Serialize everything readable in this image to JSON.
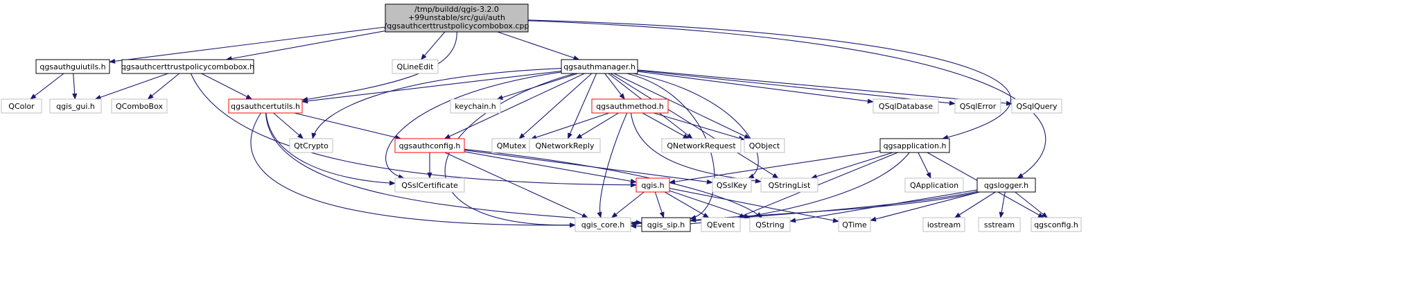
{
  "diagram": {
    "root": {
      "id": "root",
      "lines": [
        "/tmp/buildd/qgis-3.2.0",
        "+99unstable/src/gui/auth",
        "/qgsauthcerttrustpolicycombobox.cpp"
      ]
    },
    "nodes": [
      {
        "id": "qgsauthguiutils_h",
        "label": "qgsauthguiutils.h",
        "style": "black"
      },
      {
        "id": "qgsauthcerttrustpolicycombobox_h",
        "label": "qgsauthcerttrustpolicycombobox.h",
        "style": "black"
      },
      {
        "id": "QLineEdit",
        "label": "QLineEdit",
        "style": "gray"
      },
      {
        "id": "qgsauthmanager_h",
        "label": "qgsauthmanager.h",
        "style": "black"
      },
      {
        "id": "QColor",
        "label": "QColor",
        "style": "gray"
      },
      {
        "id": "qgis_gui_h",
        "label": "qgis_gui.h",
        "style": "gray"
      },
      {
        "id": "QComboBox",
        "label": "QComboBox",
        "style": "gray"
      },
      {
        "id": "qgsauthcertutils_h",
        "label": "qgsauthcertutils.h",
        "style": "red"
      },
      {
        "id": "keychain_h",
        "label": "keychain.h",
        "style": "gray"
      },
      {
        "id": "qgsauthmethod_h",
        "label": "qgsauthmethod.h",
        "style": "red"
      },
      {
        "id": "QSqlDatabase",
        "label": "QSqlDatabase",
        "style": "gray"
      },
      {
        "id": "QSqlError",
        "label": "QSqlError",
        "style": "gray"
      },
      {
        "id": "QSqlQuery",
        "label": "QSqlQuery",
        "style": "gray"
      },
      {
        "id": "QtCrypto",
        "label": "QtCrypto",
        "style": "gray"
      },
      {
        "id": "qgsauthconfig_h",
        "label": "qgsauthconfig.h",
        "style": "red"
      },
      {
        "id": "QMutex",
        "label": "QMutex",
        "style": "gray"
      },
      {
        "id": "QNetworkReply",
        "label": "QNetworkReply",
        "style": "gray"
      },
      {
        "id": "QNetworkRequest",
        "label": "QNetworkRequest",
        "style": "gray"
      },
      {
        "id": "QObject",
        "label": "QObject",
        "style": "gray"
      },
      {
        "id": "qgsapplication_h",
        "label": "qgsapplication.h",
        "style": "black"
      },
      {
        "id": "QSslCertificate",
        "label": "QSslCertificate",
        "style": "gray"
      },
      {
        "id": "qgis_h",
        "label": "qgis.h",
        "style": "red"
      },
      {
        "id": "QSslKey",
        "label": "QSslKey",
        "style": "gray"
      },
      {
        "id": "QStringList",
        "label": "QStringList",
        "style": "gray"
      },
      {
        "id": "QApplication",
        "label": "QApplication",
        "style": "gray"
      },
      {
        "id": "qgslogger_h",
        "label": "qgslogger.h",
        "style": "black"
      },
      {
        "id": "qgis_core_h",
        "label": "qgis_core.h",
        "style": "gray"
      },
      {
        "id": "qgis_sip_h",
        "label": "qgis_sip.h",
        "style": "black"
      },
      {
        "id": "QEvent",
        "label": "QEvent",
        "style": "gray"
      },
      {
        "id": "QString",
        "label": "QString",
        "style": "gray"
      },
      {
        "id": "QTime",
        "label": "QTime",
        "style": "gray"
      },
      {
        "id": "iostream",
        "label": "iostream",
        "style": "gray"
      },
      {
        "id": "sstream",
        "label": "sstream",
        "style": "gray"
      },
      {
        "id": "qgsconfig_h",
        "label": "qgsconfig.h",
        "style": "gray"
      }
    ],
    "edges": [
      [
        "root",
        "qgsauthguiutils_h"
      ],
      [
        "root",
        "qgsauthcerttrustpolicycombobox_h"
      ],
      [
        "root",
        "QLineEdit"
      ],
      [
        "root",
        "qgsauthmanager_h"
      ],
      [
        "root",
        "qgsauthcertutils_h"
      ],
      [
        "root",
        "qgsapplication_h"
      ],
      [
        "root",
        "qgslogger_h"
      ],
      [
        "qgsauthguiutils_h",
        "QColor"
      ],
      [
        "qgsauthguiutils_h",
        "qgis_gui_h"
      ],
      [
        "qgsauthcerttrustpolicycombobox_h",
        "qgis_gui_h"
      ],
      [
        "qgsauthcerttrustpolicycombobox_h",
        "QComboBox"
      ],
      [
        "qgsauthcerttrustpolicycombobox_h",
        "qgsauthcertutils_h"
      ],
      [
        "qgsauthcerttrustpolicycombobox_h",
        "qgis_h"
      ],
      [
        "qgsauthmanager_h",
        "qgsauthcertutils_h"
      ],
      [
        "qgsauthmanager_h",
        "QtCrypto"
      ],
      [
        "qgsauthmanager_h",
        "keychain_h"
      ],
      [
        "qgsauthmanager_h",
        "qgsauthmethod_h"
      ],
      [
        "qgsauthmanager_h",
        "QSqlDatabase"
      ],
      [
        "qgsauthmanager_h",
        "QSqlError"
      ],
      [
        "qgsauthmanager_h",
        "QSqlQuery"
      ],
      [
        "qgsauthmanager_h",
        "qgsauthconfig_h"
      ],
      [
        "qgsauthmanager_h",
        "QMutex"
      ],
      [
        "qgsauthmanager_h",
        "QNetworkReply"
      ],
      [
        "qgsauthmanager_h",
        "QNetworkRequest"
      ],
      [
        "qgsauthmanager_h",
        "QObject"
      ],
      [
        "qgsauthmanager_h",
        "QSslCertificate"
      ],
      [
        "qgsauthmanager_h",
        "QSslKey"
      ],
      [
        "qgsauthmanager_h",
        "QStringList"
      ],
      [
        "qgsauthmanager_h",
        "qgis_core_h"
      ],
      [
        "qgsauthmanager_h",
        "qgis_sip_h"
      ],
      [
        "qgsauthcertutils_h",
        "QtCrypto"
      ],
      [
        "qgsauthcertutils_h",
        "qgsauthconfig_h"
      ],
      [
        "qgsauthcertutils_h",
        "QSslCertificate"
      ],
      [
        "qgsauthcertutils_h",
        "qgis_core_h"
      ],
      [
        "qgsauthcertutils_h",
        "qgis_sip_h"
      ],
      [
        "qgsauthmethod_h",
        "QMutex"
      ],
      [
        "qgsauthmethod_h",
        "QNetworkReply"
      ],
      [
        "qgsauthmethod_h",
        "QNetworkRequest"
      ],
      [
        "qgsauthmethod_h",
        "QObject"
      ],
      [
        "qgsauthmethod_h",
        "QStringList"
      ],
      [
        "qgsauthmethod_h",
        "qgis_core_h"
      ],
      [
        "qgsauthconfig_h",
        "QSslCertificate"
      ],
      [
        "qgsauthconfig_h",
        "qgis_h"
      ],
      [
        "qgsauthconfig_h",
        "QSslKey"
      ],
      [
        "qgsauthconfig_h",
        "qgis_core_h"
      ],
      [
        "qgsauthconfig_h",
        "QString"
      ],
      [
        "qgsapplication_h",
        "qgis_h"
      ],
      [
        "qgsapplication_h",
        "QStringList"
      ],
      [
        "qgsapplication_h",
        "QApplication"
      ],
      [
        "qgsapplication_h",
        "qgis_core_h"
      ],
      [
        "qgsapplication_h",
        "QEvent"
      ],
      [
        "qgsapplication_h",
        "qgsconfig_h"
      ],
      [
        "qgis_h",
        "qgis_core_h"
      ],
      [
        "qgis_h",
        "qgis_sip_h"
      ],
      [
        "qgis_h",
        "QEvent"
      ],
      [
        "qgis_h",
        "QString"
      ],
      [
        "qgis_h",
        "QTime"
      ],
      [
        "qgslogger_h",
        "qgis_core_h"
      ],
      [
        "qgslogger_h",
        "qgis_sip_h"
      ],
      [
        "qgslogger_h",
        "QString"
      ],
      [
        "qgslogger_h",
        "QTime"
      ],
      [
        "qgslogger_h",
        "iostream"
      ],
      [
        "qgslogger_h",
        "sstream"
      ],
      [
        "qgslogger_h",
        "qgsconfig_h"
      ]
    ],
    "colors": {
      "edge": "#191970",
      "root_fill": "#bfbfbf",
      "black_border": "#000000",
      "red_border": "#ff0000",
      "gray_border": "#bfbfbf",
      "text": "#000000"
    }
  }
}
